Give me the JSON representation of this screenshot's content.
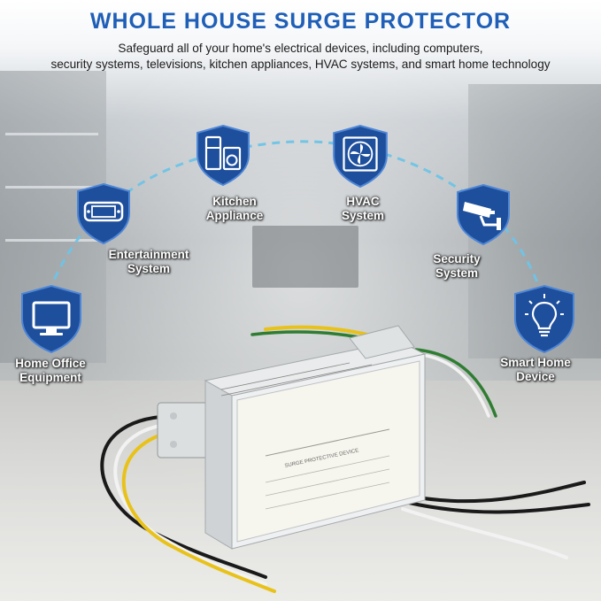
{
  "header": {
    "title": "WHOLE HOUSE SURGE PROTECTOR",
    "subtitle_line1": "Safeguard all of your home's electrical devices, including computers,",
    "subtitle_line2": "security systems, televisions, kitchen appliances, HVAC systems, and smart home technology"
  },
  "features": {
    "home_office": {
      "line1": "Home Office",
      "line2": "Equipment",
      "icon": "monitor-icon"
    },
    "entertainment": {
      "line1": "Entertainment",
      "line2": "System",
      "icon": "game-console-icon"
    },
    "kitchen": {
      "line1": "Kitchen",
      "line2": "Appliance",
      "icon": "refrigerator-icon"
    },
    "hvac": {
      "line1": "HVAC",
      "line2": "System",
      "icon": "fan-icon"
    },
    "security": {
      "line1": "Security",
      "line2": "System",
      "icon": "security-camera-icon"
    },
    "smart_home": {
      "line1": "Smart Home",
      "line2": "Device",
      "icon": "light-bulb-icon"
    }
  },
  "device": {
    "label": "SURGE PROTECTIVE DEVICE",
    "wire_colors": [
      "#1a1a1a",
      "#f2f2f2",
      "#e8c21a",
      "#2f7d32"
    ]
  },
  "colors": {
    "title": "#1f5fb7",
    "shield": "#1e4f9c",
    "arc": "#6fc3e6"
  }
}
